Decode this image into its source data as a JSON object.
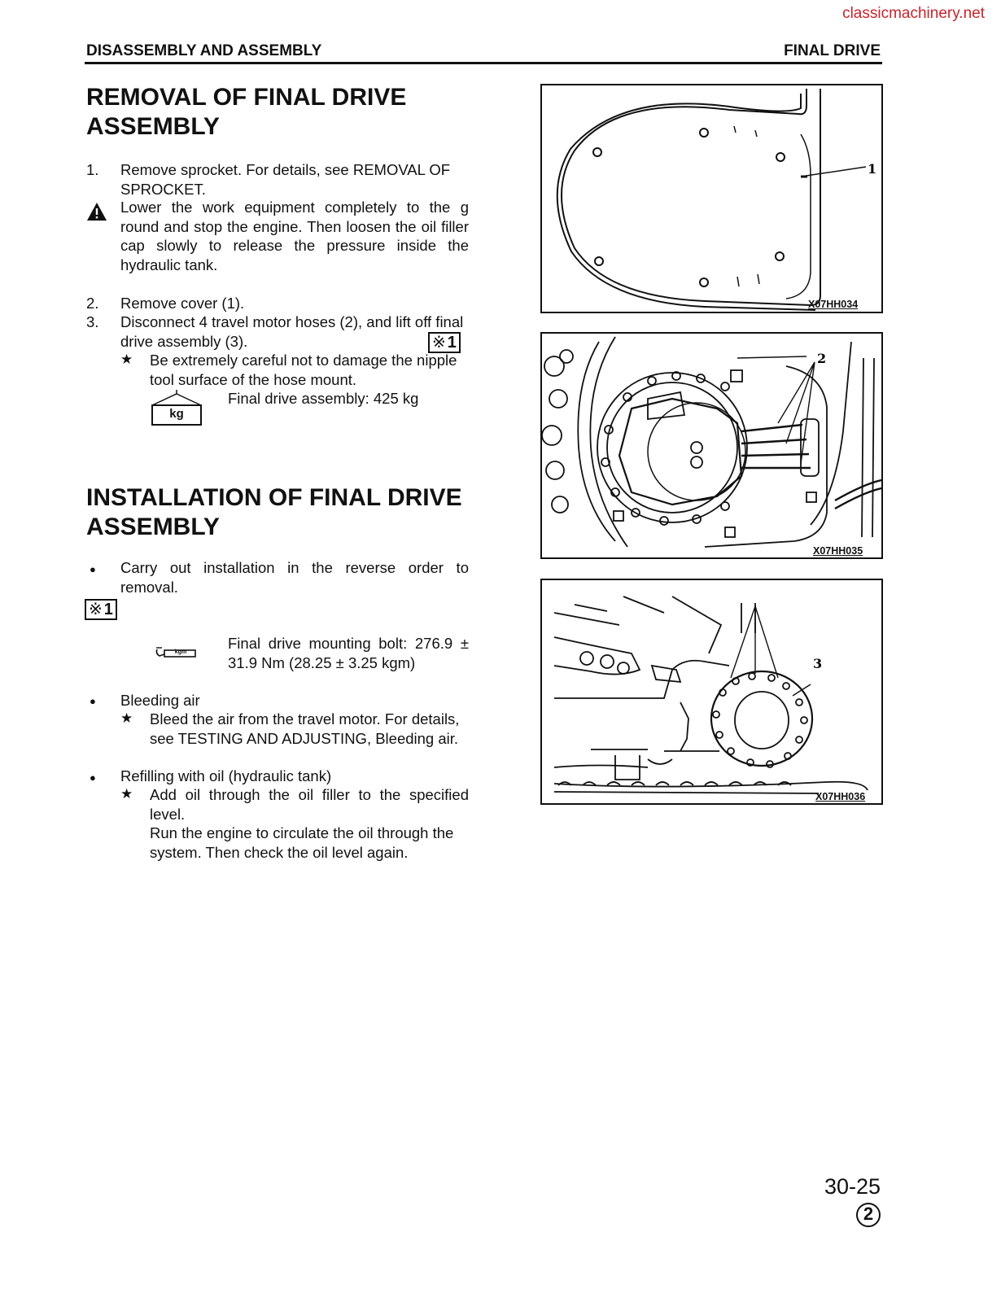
{
  "watermark": "classicmachinery.net",
  "header": {
    "left": "DISASSEMBLY AND ASSEMBLY",
    "right": "FINAL DRIVE"
  },
  "removal": {
    "title": "REMOVAL OF FINAL DRIVE ASSEMBLY",
    "step1_num": "1.",
    "step1": "Remove sprocket. For details, see REMOVAL OF SPROCKET.",
    "warning": "Lower the work equipment completely to the g round and stop the engine. Then loosen the oil filler cap slowly to release the pressure inside the hydraulic tank.",
    "step2_num": "2.",
    "step2": "Remove cover (1).",
    "step3_num": "3.",
    "step3_line1": "Disconnect 4 travel motor hoses (2), and lift off final",
    "step3_line2": "drive assembly (3).",
    "ref_mark": "1",
    "star_note": "Be extremely careful not to damage the nipple tool surface of the hose mount.",
    "weight_icon_label": "kg",
    "weight_text": "Final drive assembly: 425 kg"
  },
  "installation": {
    "title": "INSTALLATION OF FINAL DRIVE ASSEMBLY",
    "bullet1": "Carry out installation in the reverse order to removal.",
    "ref_mark": "1",
    "torque_icon_label": "kgm",
    "torque_text": "Final drive mounting bolt: 276.9 ± 31.9 Nm (28.25 ± 3.25 kgm)",
    "bullet2": "Bleeding air",
    "bullet2_star": "Bleed the air from the travel motor. For details, see TESTING AND ADJUSTING, Bleeding air.",
    "bullet3": "Refilling with oil (hydraulic tank)",
    "bullet3_star": "Add oil through the oil filler to the specified level.",
    "bullet3_star_cont": "Run the engine to circulate the oil through the system. Then check the oil level again."
  },
  "figures": [
    {
      "code": "X07HH034",
      "callouts": [
        "1"
      ]
    },
    {
      "code": "X07HH035",
      "callouts": [
        "2"
      ]
    },
    {
      "code": "X07HH036",
      "callouts": [
        "3"
      ]
    }
  ],
  "footer": {
    "page_number": "30-25",
    "revision": "2"
  }
}
